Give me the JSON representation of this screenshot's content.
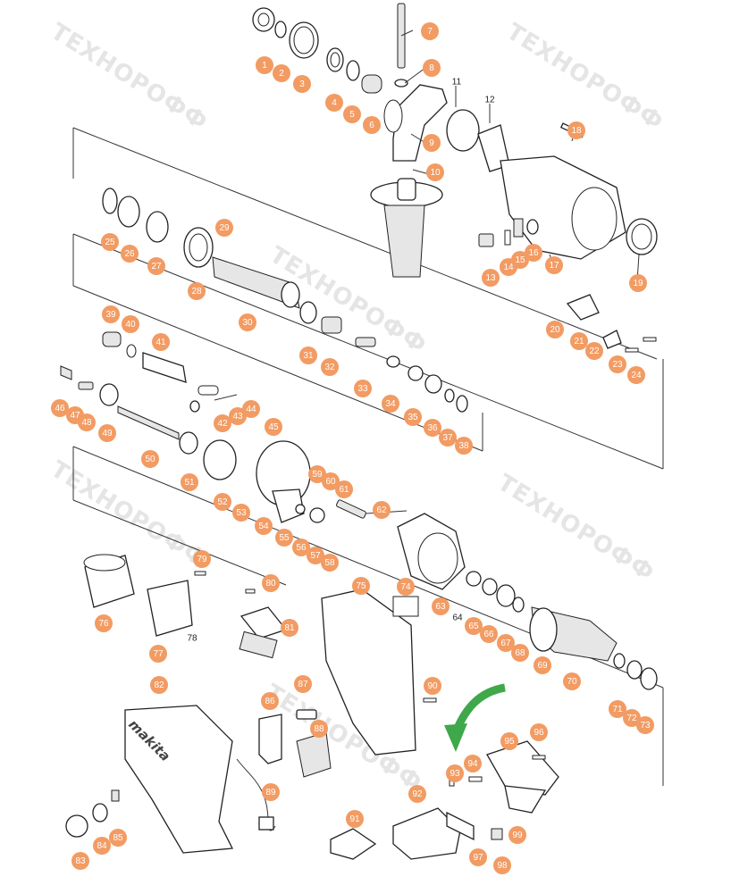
{
  "watermark": {
    "text": "ТЕХНОРОФФ"
  },
  "brand_text": "makita",
  "colors": {
    "badge": "#f29b63",
    "arrow": "#3ea84a"
  },
  "labels": {
    "p1": "1",
    "p2": "2",
    "p3": "3",
    "p4": "4",
    "p5": "5",
    "p6": "6",
    "p7": "7",
    "p8": "8",
    "p9": "9",
    "p10": "10",
    "p11": "11",
    "p12": "12",
    "p13": "13",
    "p14": "14",
    "p15": "15",
    "p16": "16",
    "p17": "17",
    "p18": "18",
    "p19": "19",
    "p20": "20",
    "p21": "21",
    "p22": "22",
    "p23": "23",
    "p24": "24",
    "p25": "25",
    "p26": "26",
    "p27": "27",
    "p28": "28",
    "p29": "29",
    "p30": "30",
    "p31": "31",
    "p32": "32",
    "p33": "33",
    "p34": "34",
    "p35": "35",
    "p36": "36",
    "p37": "37",
    "p38": "38",
    "p39": "39",
    "p40": "40",
    "p41": "41",
    "p42": "42",
    "p43": "43",
    "p44": "44",
    "p45": "45",
    "p46": "46",
    "p47": "47",
    "p48": "48",
    "p49": "49",
    "p50": "50",
    "p51": "51",
    "p52": "52",
    "p53": "53",
    "p54": "54",
    "p55": "55",
    "p56": "56",
    "p57": "57",
    "p58": "58",
    "p59": "59",
    "p60": "60",
    "p61": "61",
    "p62": "62",
    "p63": "63",
    "p64": "64",
    "p65": "65",
    "p66": "66",
    "p67": "67",
    "p68": "68",
    "p69": "69",
    "p70": "70",
    "p71": "71",
    "p72": "72",
    "p73": "73",
    "p74": "74",
    "p75": "75",
    "p76": "76",
    "p77": "77",
    "p78": "78",
    "p79": "79",
    "p80": "80",
    "p81": "81",
    "p82": "82",
    "p83": "83",
    "p84": "84",
    "p85": "85",
    "p86": "86",
    "p87": "87",
    "p88": "88",
    "p89": "89",
    "p90": "90",
    "p91": "91",
    "p92": "92",
    "p93": "93",
    "p94": "94",
    "p95": "95",
    "p96": "96",
    "p97": "97",
    "p98": "98",
    "p99": "99"
  }
}
